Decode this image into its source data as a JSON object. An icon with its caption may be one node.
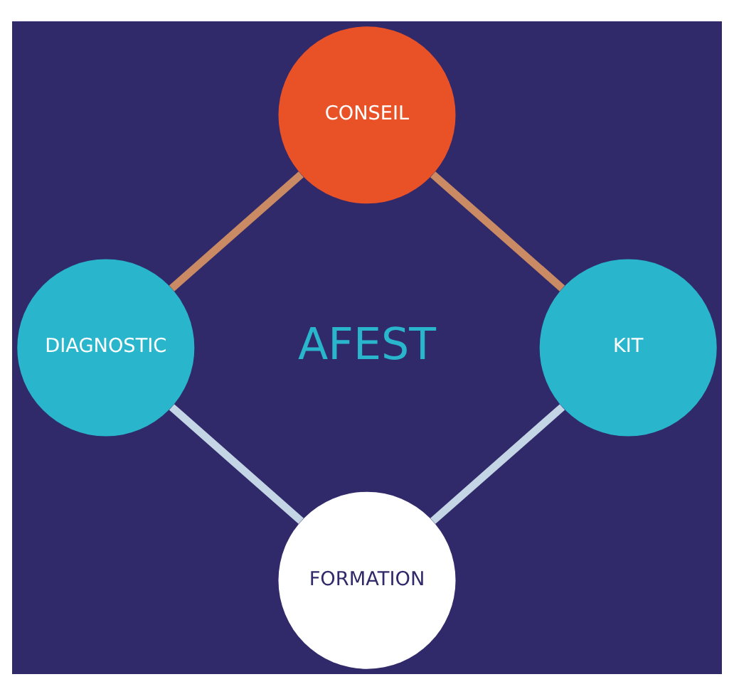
{
  "diagram": {
    "nodes": [
      {
        "text": [
          "CONSEIL"
        ]
      },
      {
        "text": [
          "DIAGNOSTIC"
        ]
      },
      {
        "text": [
          "KIT"
        ]
      },
      {
        "text": [
          "FORMATION"
        ]
      }
    ],
    "edges": [
      {
        "from": 0,
        "to": 2,
        "arrow": "none",
        "color": "#c98a64"
      },
      {
        "from": 2,
        "to": 3,
        "arrow": "none",
        "color": "#c4d6e6"
      },
      {
        "from": 3,
        "to": 1,
        "arrow": "none",
        "color": "#c4d6e6"
      },
      {
        "from": 1,
        "to": 0,
        "arrow": "none",
        "color": "#c98a64"
      }
    ],
    "labels": [
      "AFEST"
    ]
  }
}
